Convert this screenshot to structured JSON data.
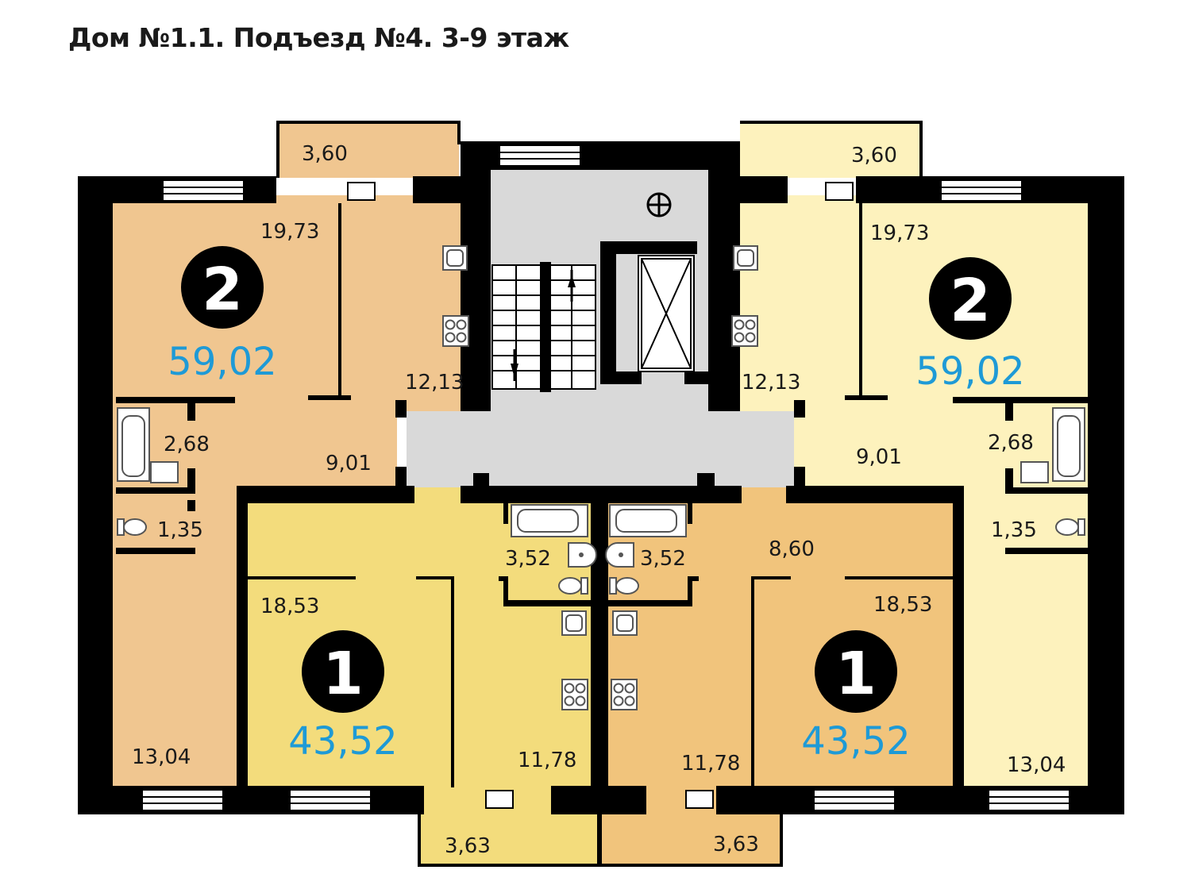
{
  "title": "Дом №1.1. Подъезд №4. 3-9 этаж",
  "colors": {
    "wall": "#000000",
    "apt_left_2": "#f0c690",
    "apt_right_2": "#fdf2bd",
    "apt_left_1": "#f3dc7c",
    "apt_right_1": "#f1c47c",
    "common": "#d9d9d9",
    "total_area": "#1e9ad6"
  },
  "apartments": [
    {
      "rooms": "2",
      "total": "59,02",
      "areas": {
        "room": "19,73",
        "kitchen": "12,13",
        "balcony": "3,60",
        "hall": "9,01",
        "bath": "2,68",
        "wc": "1,35",
        "room2": "13,04"
      }
    },
    {
      "rooms": "2",
      "total": "59,02",
      "areas": {
        "room": "19,73",
        "kitchen": "12,13",
        "balcony": "3,60",
        "hall": "9,01",
        "bath": "2,68",
        "wc": "1,35",
        "room2": "13,04"
      }
    },
    {
      "rooms": "1",
      "total": "43,52",
      "areas": {
        "room": "18,53",
        "kitchen": "11,78",
        "bath": "3,52",
        "balcony": "3,63"
      }
    },
    {
      "rooms": "1",
      "total": "43,52",
      "areas": {
        "room": "18,53",
        "kitchen": "11,78",
        "bath": "3,52",
        "hall": "8,60",
        "balcony": "3,63"
      }
    }
  ],
  "icons": [
    "bathtub-icon",
    "sink-icon",
    "toilet-icon",
    "stove-icon",
    "elevator-icon",
    "stairs-icon",
    "riser-icon"
  ]
}
